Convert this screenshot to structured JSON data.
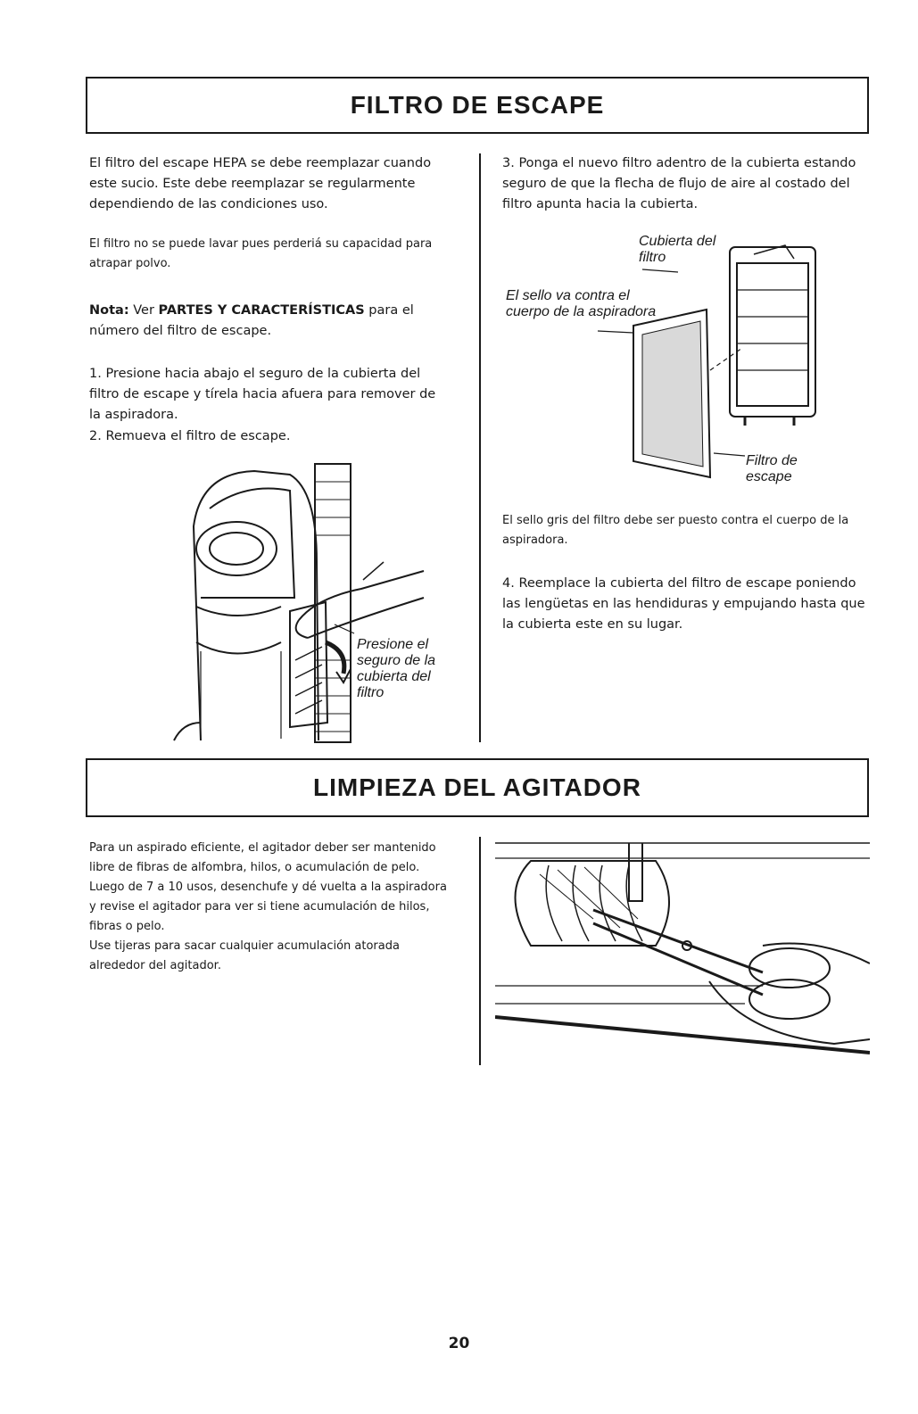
{
  "section1": {
    "title": "FILTRO DE ESCAPE",
    "intro": "El filtro del escape HEPA se debe reemplazar cuando este sucio. Este debe reemplazar se regularmente dependiendo de las condiciones uso.",
    "wash_note": "El filtro no se puede lavar pues perderiá su capacidad para atrapar polvo.",
    "note_label": "Nota:",
    "note_text_1": "Ver",
    "note_bold": "PARTES Y CARACTERÍSTICAS",
    "note_text_2": "para el número del filtro de escape.",
    "step1": "1. Presione hacia abajo el seguro de la cubierta del filtro de escape y tírela hacia afuera para remover de la aspiradora.",
    "step2": "2. Remueva el filtro de escape.",
    "fig1_label": "Presione el seguro de la cubierta del filtro",
    "step3": "3. Ponga el nuevo filtro adentro de la cubierta estando seguro de que la flecha de flujo de aire al costado del filtro apunta hacia la cubierta.",
    "fig2_label_cover": "Cubierta del filtro",
    "fig2_label_seal": "El sello va contra el cuerpo de la aspiradora",
    "fig2_label_filter": "Filtro de escape",
    "seal_note": "El sello gris del filtro debe ser puesto contra el cuerpo de la aspiradora.",
    "step4": "4. Reemplace la cubierta del filtro de escape poniendo las lengüetas en las hendiduras y empujando hasta que la cubierta este en su lugar."
  },
  "section2": {
    "title": "LIMPIEZA DEL AGITADOR",
    "para1": "Para un aspirado eficiente, el agitador deber ser mantenido libre de fibras de alfombra, hilos, o acumulación de pelo. Luego de 7 a 10 usos, desenchufe y dé vuelta a la aspiradora y revise el agitador para ver si tiene acumulación de hilos, fibras o pelo.",
    "para2": "Use tijeras para sacar cualquier acumulación atorada alrededor del agitador."
  },
  "page_number": "20"
}
